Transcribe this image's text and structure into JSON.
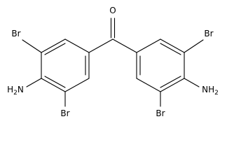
{
  "molecule": {
    "atoms": {
      "carbonyl_oxygen": "O",
      "bromine_left_top": "Br",
      "bromine_left_bottom": "Br",
      "bromine_right_top": "Br",
      "bromine_right_bottom": "Br",
      "amine_left": "H2N",
      "amine_right": "NH2"
    }
  }
}
